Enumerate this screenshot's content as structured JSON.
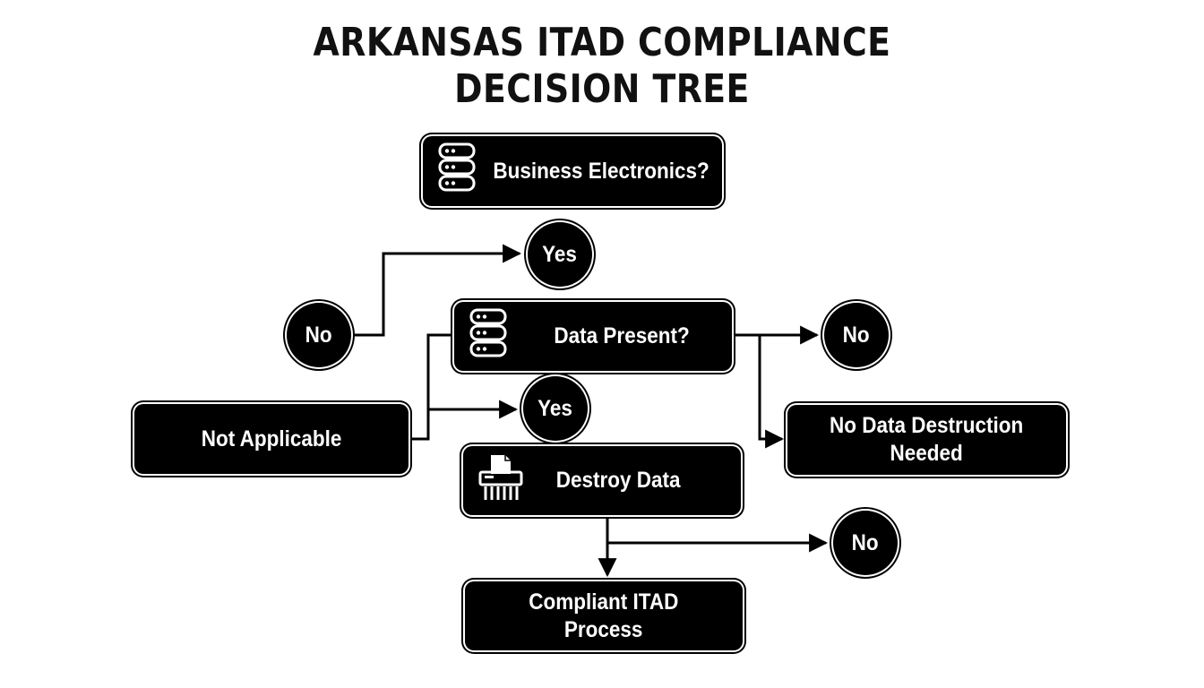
{
  "title": {
    "line1": "ARKANSAS ITAD COMPLIANCE",
    "line2": "DECISION TREE"
  },
  "nodes": {
    "business_electronics": {
      "label": "Business Electronics?",
      "icon": "database-icon"
    },
    "data_present": {
      "label": "Data Present?",
      "icon": "database-icon"
    },
    "destroy_data": {
      "label": "Destroy Data",
      "icon": "shredder-icon"
    },
    "not_applicable": {
      "label": "Not Applicable"
    },
    "no_data_destruction": {
      "line1": "No Data Destruction",
      "line2": "Needed"
    },
    "compliant_itad": {
      "line1": "Compliant ITAD",
      "line2": "Process"
    }
  },
  "decisions": {
    "yes_top": "Yes",
    "no_left": "No",
    "no_right": "No",
    "yes_middle": "Yes",
    "no_bottom": "No"
  },
  "colors": {
    "box_fill": "#000000",
    "text": "#ffffff",
    "line": "#000000",
    "background": "#ffffff"
  }
}
